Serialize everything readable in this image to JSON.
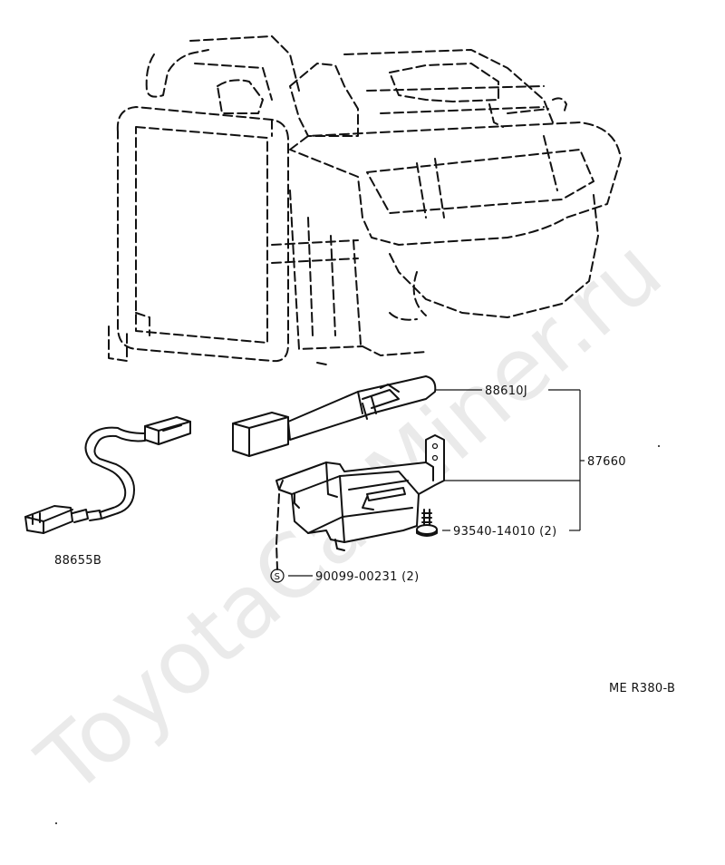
{
  "watermark": "ToyotaCarMiner.ru",
  "diagram_code": "ME R380-B",
  "parts": {
    "servo": "88610J",
    "assembly": "87660",
    "screw": "93540-14010 (2)",
    "harness": "88655B",
    "clip_symbol": "S",
    "clip": "90099-00231 (2)"
  }
}
